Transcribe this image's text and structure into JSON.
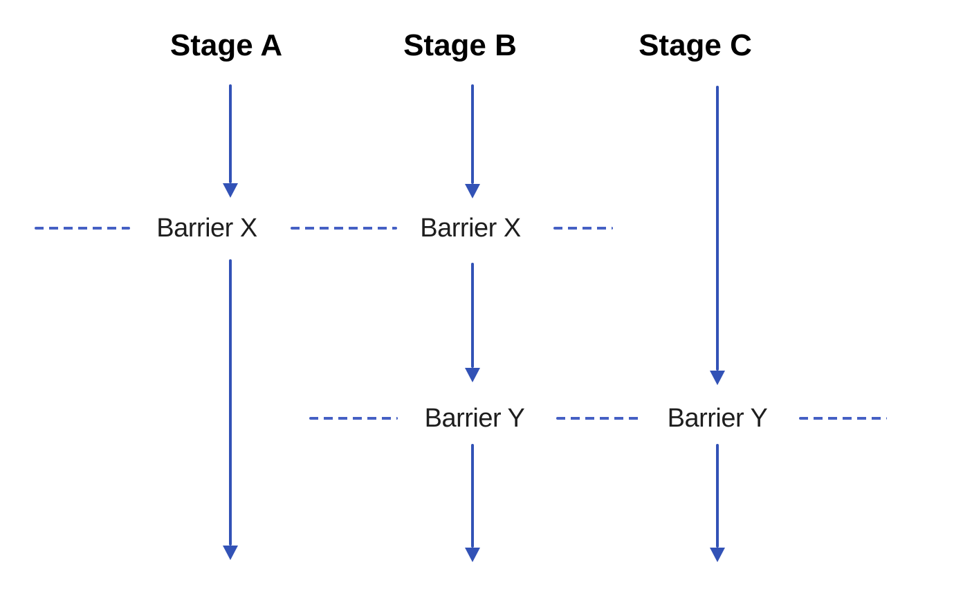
{
  "diagram": {
    "stages": [
      {
        "label": "Stage A"
      },
      {
        "label": "Stage B"
      },
      {
        "label": "Stage C"
      }
    ],
    "barriers": {
      "x": {
        "label": "Barrier X"
      },
      "y": {
        "label": "Barrier Y"
      }
    },
    "colors": {
      "arrow": "#3252b6",
      "dash": "#4560c4",
      "stage_text": "#000000",
      "barrier_text": "#1e1e1e",
      "background": "#ffffff"
    }
  }
}
